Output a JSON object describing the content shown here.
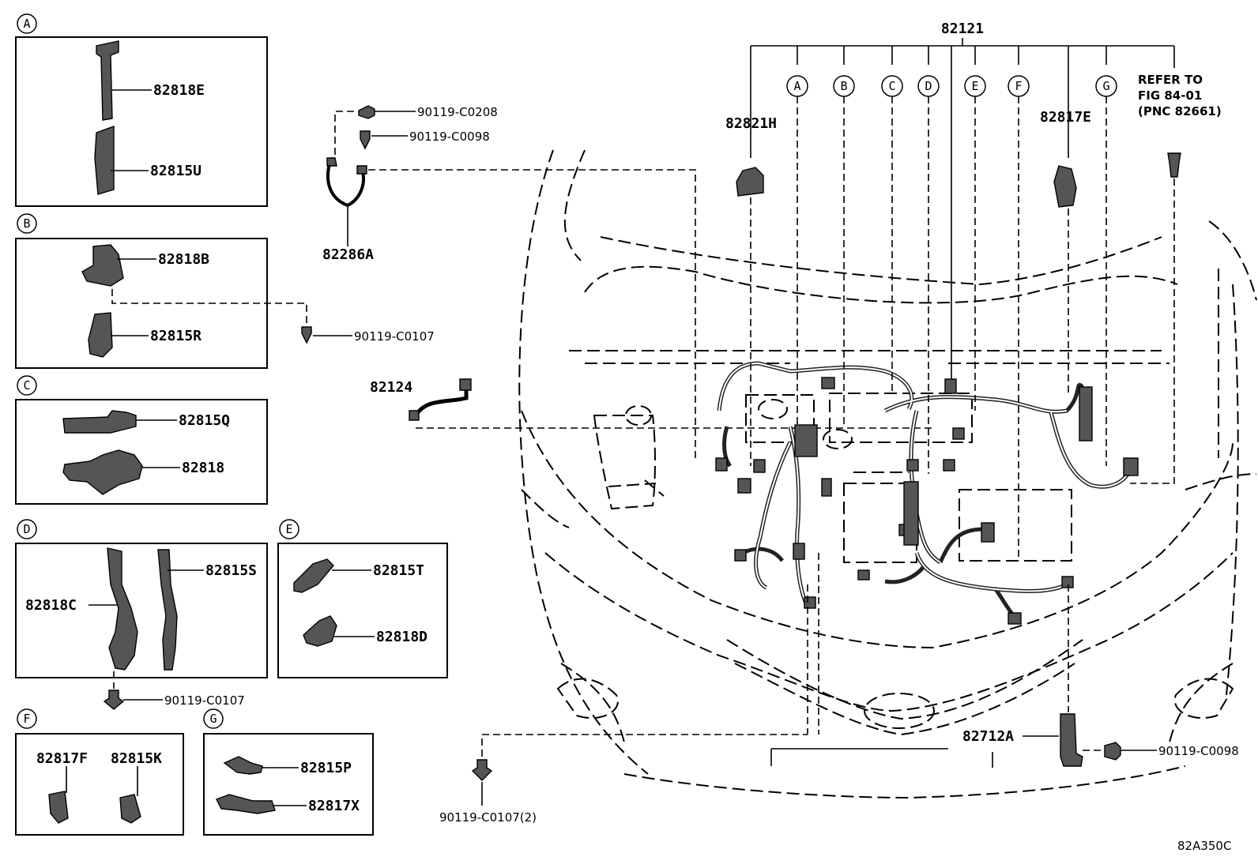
{
  "diagram_code": "82A350C",
  "main_harness": "82121",
  "callouts": [
    "A",
    "B",
    "C",
    "D",
    "E",
    "F",
    "G"
  ],
  "refer_note": [
    "REFER TO",
    "FIG 84-01",
    "(PNC 82661)"
  ],
  "labels": {
    "p82821H": "82821H",
    "p82817E": "82817E",
    "p82286A": "82286A",
    "p82124": "82124",
    "p82712A": "82712A",
    "bolt_c0208": "90119-C0208",
    "bolt_c0098_top": "90119-C0098",
    "bolt_c0107_b": "90119-C0107",
    "bolt_c0107_d": "90119-C0107",
    "bolt_c0107_2": "90119-C0107(2)",
    "bolt_c0098_right": "90119-C0098"
  },
  "insets": {
    "A": {
      "letter": "A",
      "parts": [
        "82818E",
        "82815U"
      ]
    },
    "B": {
      "letter": "B",
      "parts": [
        "82818B",
        "82815R"
      ]
    },
    "C": {
      "letter": "C",
      "parts": [
        "82815Q",
        "82818"
      ]
    },
    "D": {
      "letter": "D",
      "parts": [
        "82815S",
        "82818C"
      ]
    },
    "E": {
      "letter": "E",
      "parts": [
        "82815T",
        "82818D"
      ]
    },
    "F": {
      "letter": "F",
      "parts": [
        "82817F",
        "82815K"
      ]
    },
    "G": {
      "letter": "G",
      "parts": [
        "82815P",
        "82817X"
      ]
    }
  }
}
